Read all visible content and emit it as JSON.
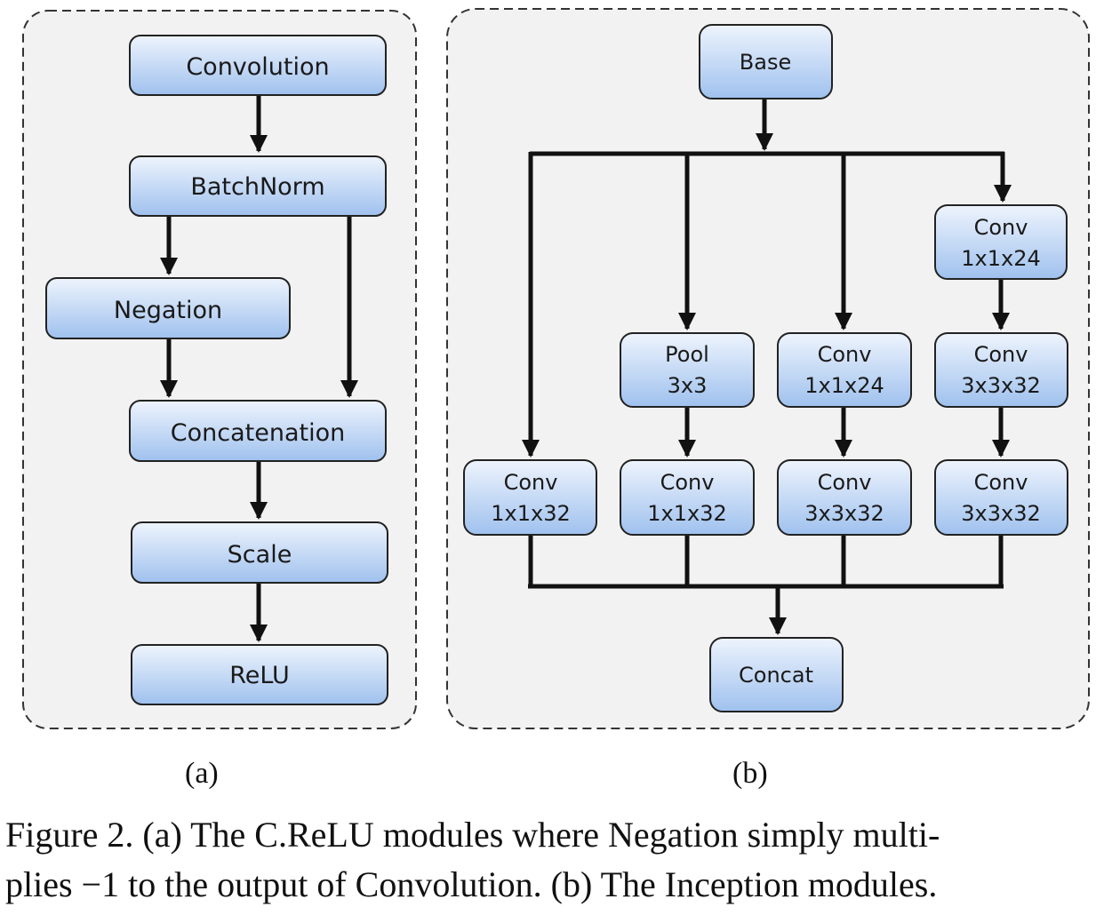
{
  "panel_a": {
    "label": "(a)",
    "nodes": {
      "convolution": "Convolution",
      "batchnorm": "BatchNorm",
      "negation": "Negation",
      "concatenation": "Concatenation",
      "scale": "Scale",
      "relu": "ReLU"
    }
  },
  "panel_b": {
    "label": "(b)",
    "nodes": {
      "base": "Base",
      "conv_1x1x24_top": [
        "Conv",
        "1x1x24"
      ],
      "pool": [
        "Pool",
        "3x3"
      ],
      "conv_1x1x24_mid": [
        "Conv",
        "1x1x24"
      ],
      "conv_3x3x32_mid": [
        "Conv",
        "3x3x32"
      ],
      "conv_1x1x32_a": [
        "Conv",
        "1x1x32"
      ],
      "conv_1x1x32_b": [
        "Conv",
        "1x1x32"
      ],
      "conv_3x3x32_c": [
        "Conv",
        "3x3x32"
      ],
      "conv_3x3x32_d": [
        "Conv",
        "3x3x32"
      ],
      "concat": "Concat"
    }
  },
  "caption": {
    "line1": "Figure 2. (a) The C.ReLU modules where Negation simply multi-",
    "line2": "plies −1 to the output of Convolution. (b) The Inception modules."
  }
}
